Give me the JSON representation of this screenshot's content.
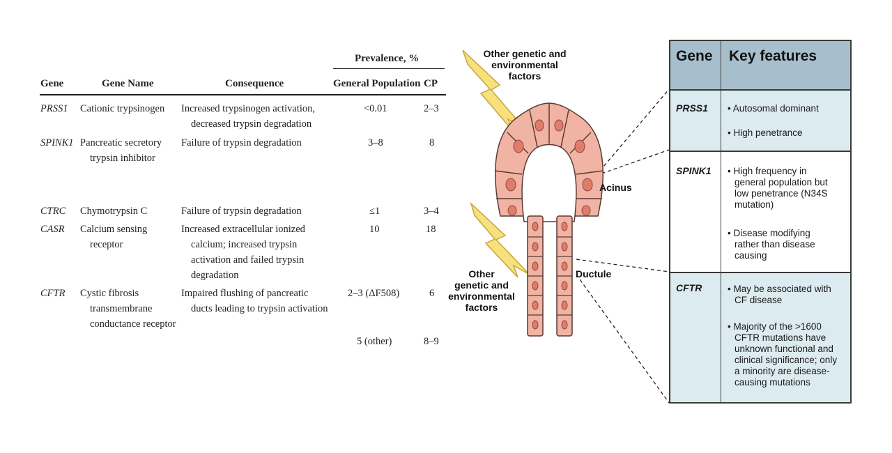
{
  "left_table": {
    "prevalence_header": "Prevalence, %",
    "columns": {
      "gene": "Gene",
      "gene_name": "Gene Name",
      "consequence": "Consequence",
      "general_population": "General Population",
      "cp": "CP"
    },
    "rows": [
      {
        "gene": "PRSS1",
        "gene_name": [
          "Cationic trypsinogen"
        ],
        "consequence": [
          "Increased trypsinogen activation,",
          "decreased trypsin degradation"
        ],
        "general_population": "<0.01",
        "cp": "2–3"
      },
      {
        "gene": "SPINK1",
        "gene_name": [
          "Pancreatic secretory",
          "trypsin inhibitor"
        ],
        "consequence": [
          "Failure of trypsin degradation"
        ],
        "general_population": "3–8",
        "cp": "8"
      },
      {
        "gene": "CTRC",
        "gene_name": [
          "Chymotrypsin C"
        ],
        "consequence": [
          "Failure of trypsin degradation"
        ],
        "general_population": "≤1",
        "cp": "3–4"
      },
      {
        "gene": "CASR",
        "gene_name": [
          "Calcium sensing",
          "receptor"
        ],
        "consequence": [
          "Increased extracellular ionized",
          "calcium; increased trypsin",
          "activation and failed trypsin",
          "degradation"
        ],
        "general_population": "10",
        "cp": "18"
      },
      {
        "gene": "CFTR",
        "gene_name": [
          "Cystic fibrosis",
          "transmembrane",
          "conductance receptor"
        ],
        "consequence": [
          "Impaired flushing of pancreatic",
          "ducts leading to trypsin activation"
        ],
        "general_population": "2–3 (ΔF508)",
        "cp": "6"
      },
      {
        "gene": "",
        "gene_name": [],
        "consequence": [],
        "general_population": "5 (other)",
        "cp": "8–9"
      }
    ]
  },
  "diagram": {
    "top_label": [
      "Other genetic and",
      "environmental",
      "factors"
    ],
    "bottom_label": [
      "Other",
      "genetic and",
      "environmental",
      "factors"
    ],
    "acinus_label": "Acinus",
    "ductule_label": "Ductule",
    "colors": {
      "cell_fill": "#f1b3a3",
      "cell_stroke": "#5a3a32",
      "nucleus": "#e07c6a",
      "lightning_fill": "#f7e17c",
      "lightning_stroke": "#c9a43a"
    }
  },
  "key_features": {
    "header": {
      "gene": "Gene",
      "features": "Key features"
    },
    "colors": {
      "header_bg": "#a7bfcc",
      "row_bg_alt": "#dcebf0",
      "row_bg": "#ffffff"
    },
    "rows": [
      {
        "gene": "PRSS1",
        "bullets": [
          [
            "• Autosomal dominant"
          ],
          [
            "• High penetrance"
          ]
        ]
      },
      {
        "gene": "SPINK1",
        "bullets": [
          [
            "• High frequency in",
            "general population but",
            "low penetrance (N34S",
            "mutation)"
          ],
          [
            "• Disease modifying",
            "rather than disease",
            "causing"
          ]
        ]
      },
      {
        "gene": "CFTR",
        "bullets": [
          [
            "• May be associated with",
            "CF disease"
          ],
          [
            "• Majority of the >1600",
            "CFTR mutations have",
            "unknown functional and",
            "clinical significance; only",
            "a minority are disease-",
            "causing mutations"
          ]
        ]
      }
    ]
  }
}
